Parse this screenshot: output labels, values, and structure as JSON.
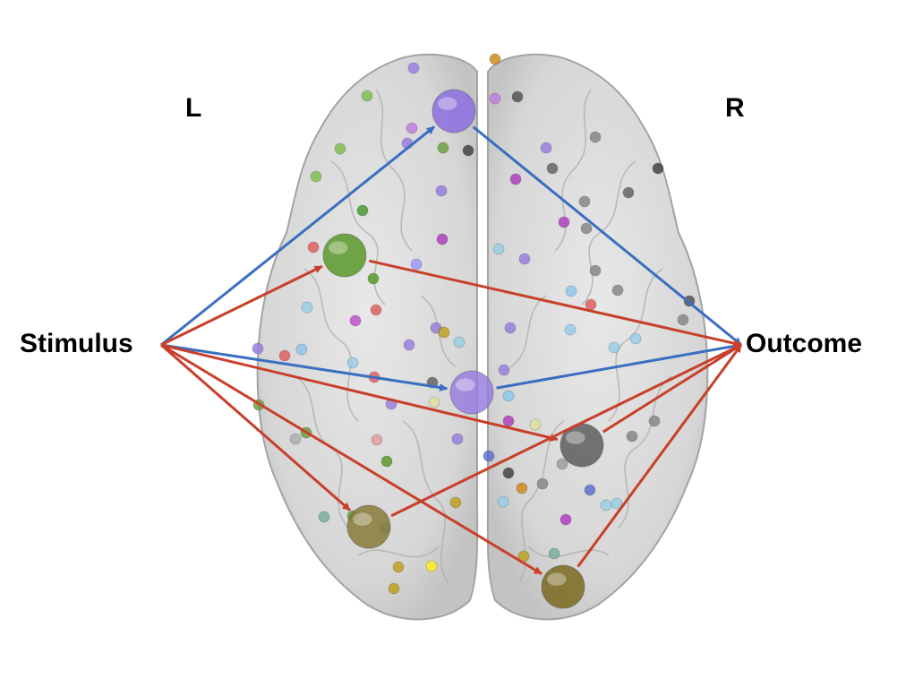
{
  "labels": {
    "left_hemisphere": "L",
    "right_hemisphere": "R",
    "stimulus": "Stimulus",
    "outcome": "Outcome"
  },
  "colors": {
    "background": "#ffffff",
    "brain_fill": "#d8d8d8",
    "brain_outline": "#9a9a9a",
    "blue_arrow": "#3a6fc0",
    "red_arrow": "#c8402a",
    "label_text": "#000000"
  },
  "hubs": [
    {
      "id": "hub-frontal-midline",
      "color": "#8c6fe0"
    },
    {
      "id": "hub-left-frontal",
      "color": "#5a9a2a"
    },
    {
      "id": "hub-central-midline",
      "color": "#9a7fe0"
    },
    {
      "id": "hub-right-parietal",
      "color": "#5e5e5e"
    },
    {
      "id": "hub-left-occipital",
      "color": "#8a7a3a"
    },
    {
      "id": "hub-right-occipital",
      "color": "#7a6a20"
    }
  ],
  "edges": [
    {
      "from": "stimulus",
      "to": "hub-frontal-midline",
      "color": "blue"
    },
    {
      "from": "hub-frontal-midline",
      "to": "outcome",
      "color": "blue"
    },
    {
      "from": "stimulus",
      "to": "hub-central-midline",
      "color": "blue"
    },
    {
      "from": "hub-central-midline",
      "to": "outcome",
      "color": "blue"
    },
    {
      "from": "stimulus",
      "to": "hub-left-frontal",
      "color": "red"
    },
    {
      "from": "hub-left-frontal",
      "to": "outcome",
      "color": "red"
    },
    {
      "from": "stimulus",
      "to": "hub-right-parietal",
      "color": "red"
    },
    {
      "from": "hub-right-parietal",
      "to": "outcome",
      "color": "red"
    },
    {
      "from": "stimulus",
      "to": "hub-left-occipital",
      "color": "red"
    },
    {
      "from": "hub-left-occipital",
      "to": "outcome",
      "color": "red"
    },
    {
      "from": "stimulus",
      "to": "hub-right-occipital",
      "color": "red"
    },
    {
      "from": "hub-right-occipital",
      "to": "outcome",
      "color": "red"
    }
  ]
}
